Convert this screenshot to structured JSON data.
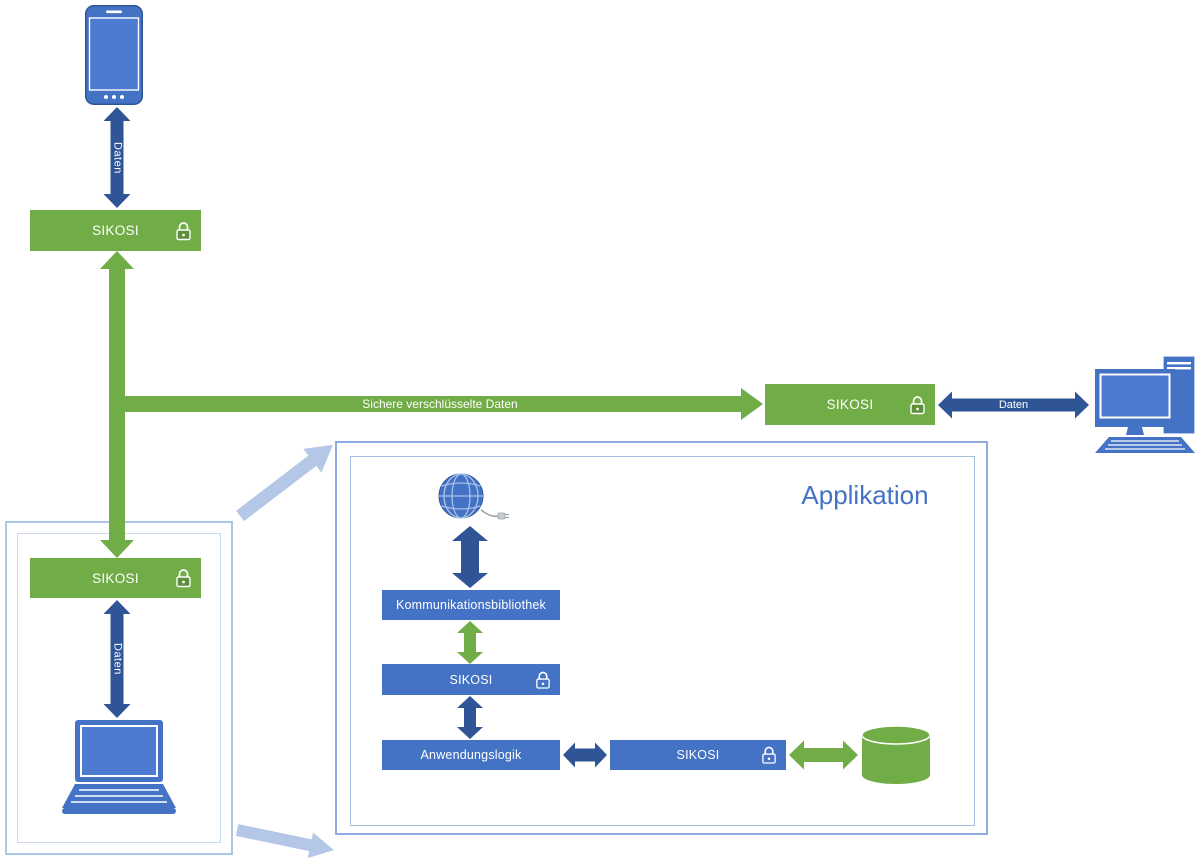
{
  "diagram": {
    "phone_link": {
      "arrow_label": "Daten"
    },
    "gateway_top": {
      "label": "SIKOSI"
    },
    "secure_link": {
      "label": "Sichere verschlüsselte Daten"
    },
    "gateway_remote": {
      "label": "SIKOSI"
    },
    "desktop_link": {
      "arrow_label": "Daten"
    },
    "client_frame": {
      "gateway": {
        "label": "SIKOSI"
      },
      "arrow_label": "Daten"
    },
    "application": {
      "title": "Applikation",
      "comm_lib": {
        "label": "Kommunikationsbibliothek"
      },
      "sikosi_comm": {
        "label": "SIKOSI"
      },
      "app_logic": {
        "label": "Anwendungslogik"
      },
      "sikosi_data": {
        "label": "SIKOSI"
      }
    },
    "colors": {
      "green": "#70AD47",
      "box_blue": "#4472C4",
      "arrow_blue": "#2F5597",
      "pale_arrow": "#B4C7E7",
      "frame_border": "#8FAADC",
      "title_text": "#4472C4"
    },
    "icons": [
      "smartphone-icon",
      "desktop-computer-icon",
      "laptop-icon",
      "globe-icon",
      "network-cable-icon",
      "database-icon",
      "lock-icon"
    ]
  }
}
